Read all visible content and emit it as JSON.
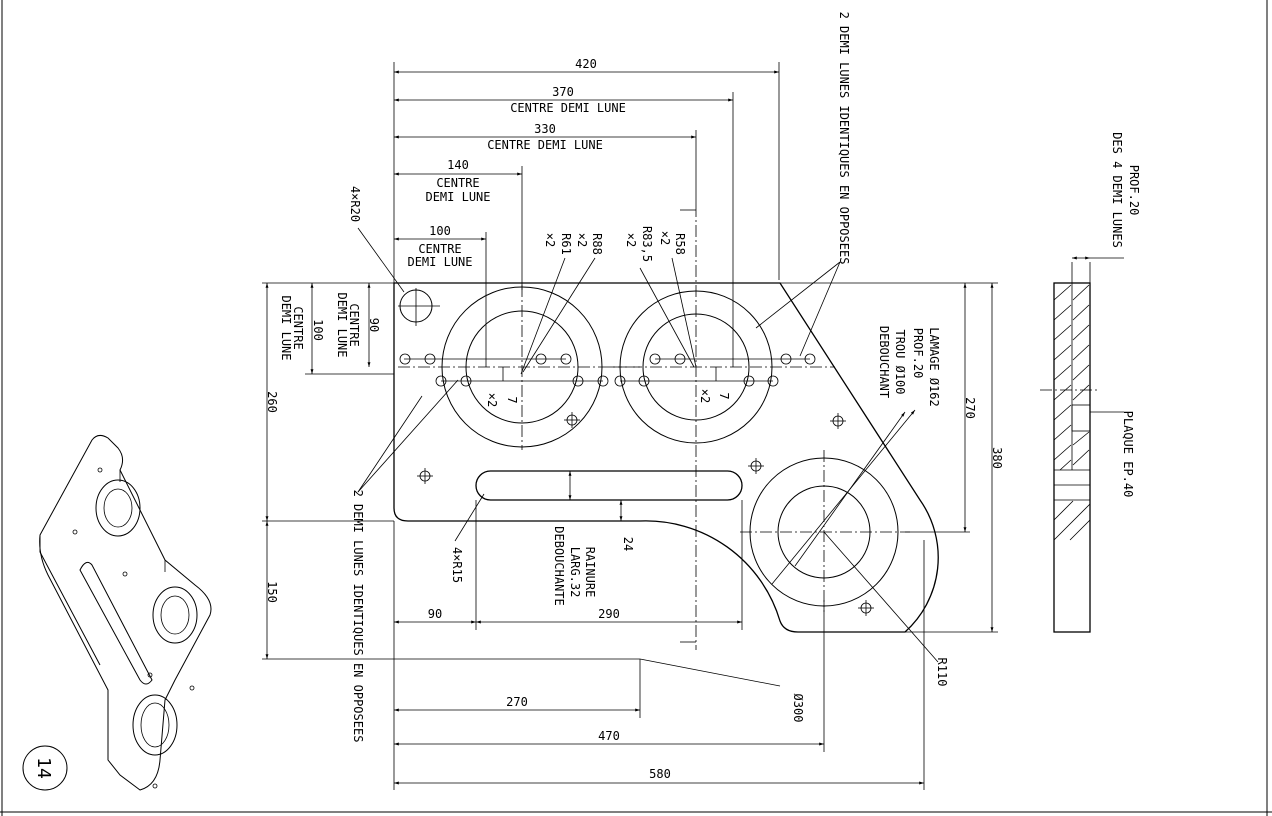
{
  "dimensions": {
    "d420": "420",
    "d370": "370",
    "d330": "330",
    "d140": "140",
    "d100": "100",
    "d90v": "90",
    "d100v": "100",
    "d260": "260",
    "d150": "150",
    "d270v": "270",
    "d380": "380",
    "d90h": "90",
    "d290": "290",
    "d24": "24",
    "d270h": "270",
    "d470": "470",
    "d580": "580",
    "d7a": "7",
    "d7b": "7",
    "x2a": "×2",
    "x2b": "×2"
  },
  "labels": {
    "centre_demi_lune": "CENTRE DEMI LUNE",
    "centre": "CENTRE",
    "demi_lune": "DEMI LUNE",
    "r20": "4×R20",
    "r61": "R61",
    "r88": "R88",
    "r83": "R83,5",
    "r58": "R58",
    "x2": "×2",
    "r15": "4×R15",
    "r110": "R110",
    "d300": "Ø300",
    "rainure": "RAINURE",
    "larg": "LARG.32",
    "debouchante": "DEBOUCHANTE",
    "lamage": "LAMAGE Ø162",
    "prof20": "PROF.20",
    "trou": "TROU Ø100",
    "debouchant": "DEBOUCHANT",
    "demi_lunes_right": "2 DEMI LUNES IDENTIQUES EN OPPOSEES",
    "demi_lunes_left": "2 DEMI LUNES IDENTIQUES EN OPPOSEES",
    "prof_side": "PROF.20",
    "des4": "DES 4 DEMI LUNES",
    "plaque": "PLAQUE EP.40",
    "page_number": "14"
  }
}
